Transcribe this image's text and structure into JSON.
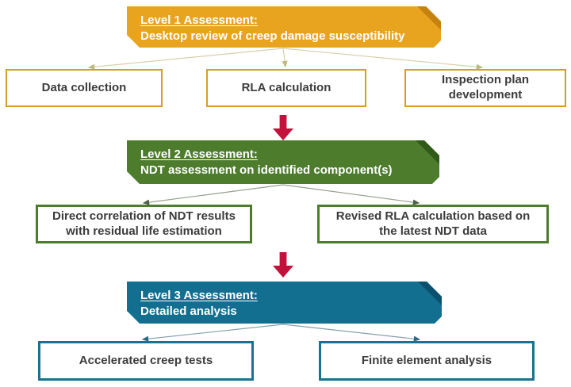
{
  "levels": [
    {
      "title": "Level 1 Assessment:",
      "subtitle": "Desktop review of creep damage susceptibility",
      "fill": "#E9A41F",
      "fold": "#C5830E",
      "border": "#D5A021",
      "children": [
        {
          "label": "Data collection"
        },
        {
          "label": "RLA calculation"
        },
        {
          "label": "Inspection plan development"
        }
      ]
    },
    {
      "title": "Level 2 Assessment:",
      "subtitle": "NDT assessment on identified component(s)",
      "fill": "#4C7C2C",
      "fold": "#2F5A18",
      "border": "#4C7C2C",
      "children": [
        {
          "label": "Direct correlation of NDT results with residual life estimation"
        },
        {
          "label": "Revised RLA calculation based on the latest NDT data"
        }
      ]
    },
    {
      "title": "Level 3 Assessment:",
      "subtitle": "Detailed analysis",
      "fill": "#136F90",
      "fold": "#0B506C",
      "border": "#1A7290",
      "children": [
        {
          "label": "Accelerated creep tests"
        },
        {
          "label": "Finite element analysis"
        }
      ]
    }
  ],
  "arrow_color": "#C2123C",
  "text_color_headers": "#FFFFFF",
  "text_color_boxes": "#3C3C3C",
  "connector_colors": {
    "level1": "#D9D0AC",
    "level2": "#95A08F",
    "level3": "#86A0AB"
  }
}
